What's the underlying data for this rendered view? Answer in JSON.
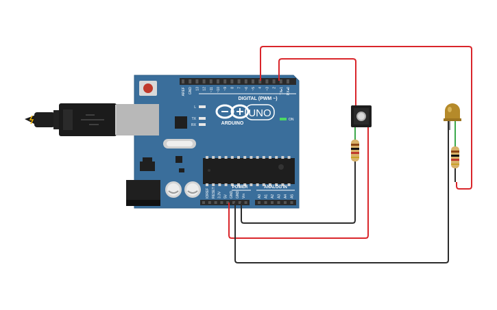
{
  "board": {
    "brand": "ARDUINO",
    "model": "UNO",
    "digital_header_label": "DIGITAL (PWM ~)",
    "power_header_label": "POWER",
    "analog_header_label": "ANALOG IN",
    "on_label": "ON",
    "led_labels": [
      "L",
      "TX",
      "RX"
    ],
    "top_pin_labels": [
      "AREF",
      "GND",
      "13",
      "12",
      "~11",
      "~10",
      "~9",
      "8",
      "7",
      "~6",
      "~5",
      "4",
      "~3",
      "2",
      "TX▸1",
      "RX◂0"
    ],
    "power_pin_labels": [
      "IOREF",
      "RESET",
      "3.3V",
      "5V",
      "GND",
      "GND",
      "Vin"
    ],
    "analog_pin_labels": [
      "A0",
      "A1",
      "A2",
      "A3",
      "A4",
      "A5"
    ]
  },
  "colors": {
    "board": "#3a6e9b",
    "wire_red": "#d9252a",
    "wire_black": "#2b2b2b",
    "header": "#2a2a2a",
    "led_body": "#b58a2a",
    "resistor": "#d8b26a",
    "canvas_bg": "#ffffff"
  },
  "components": {
    "usb_cable": "usb-cable-icon",
    "push_button": "push-button-icon",
    "led": "led-icon",
    "resistor_1": "resistor-icon",
    "resistor_2": "resistor-icon"
  }
}
